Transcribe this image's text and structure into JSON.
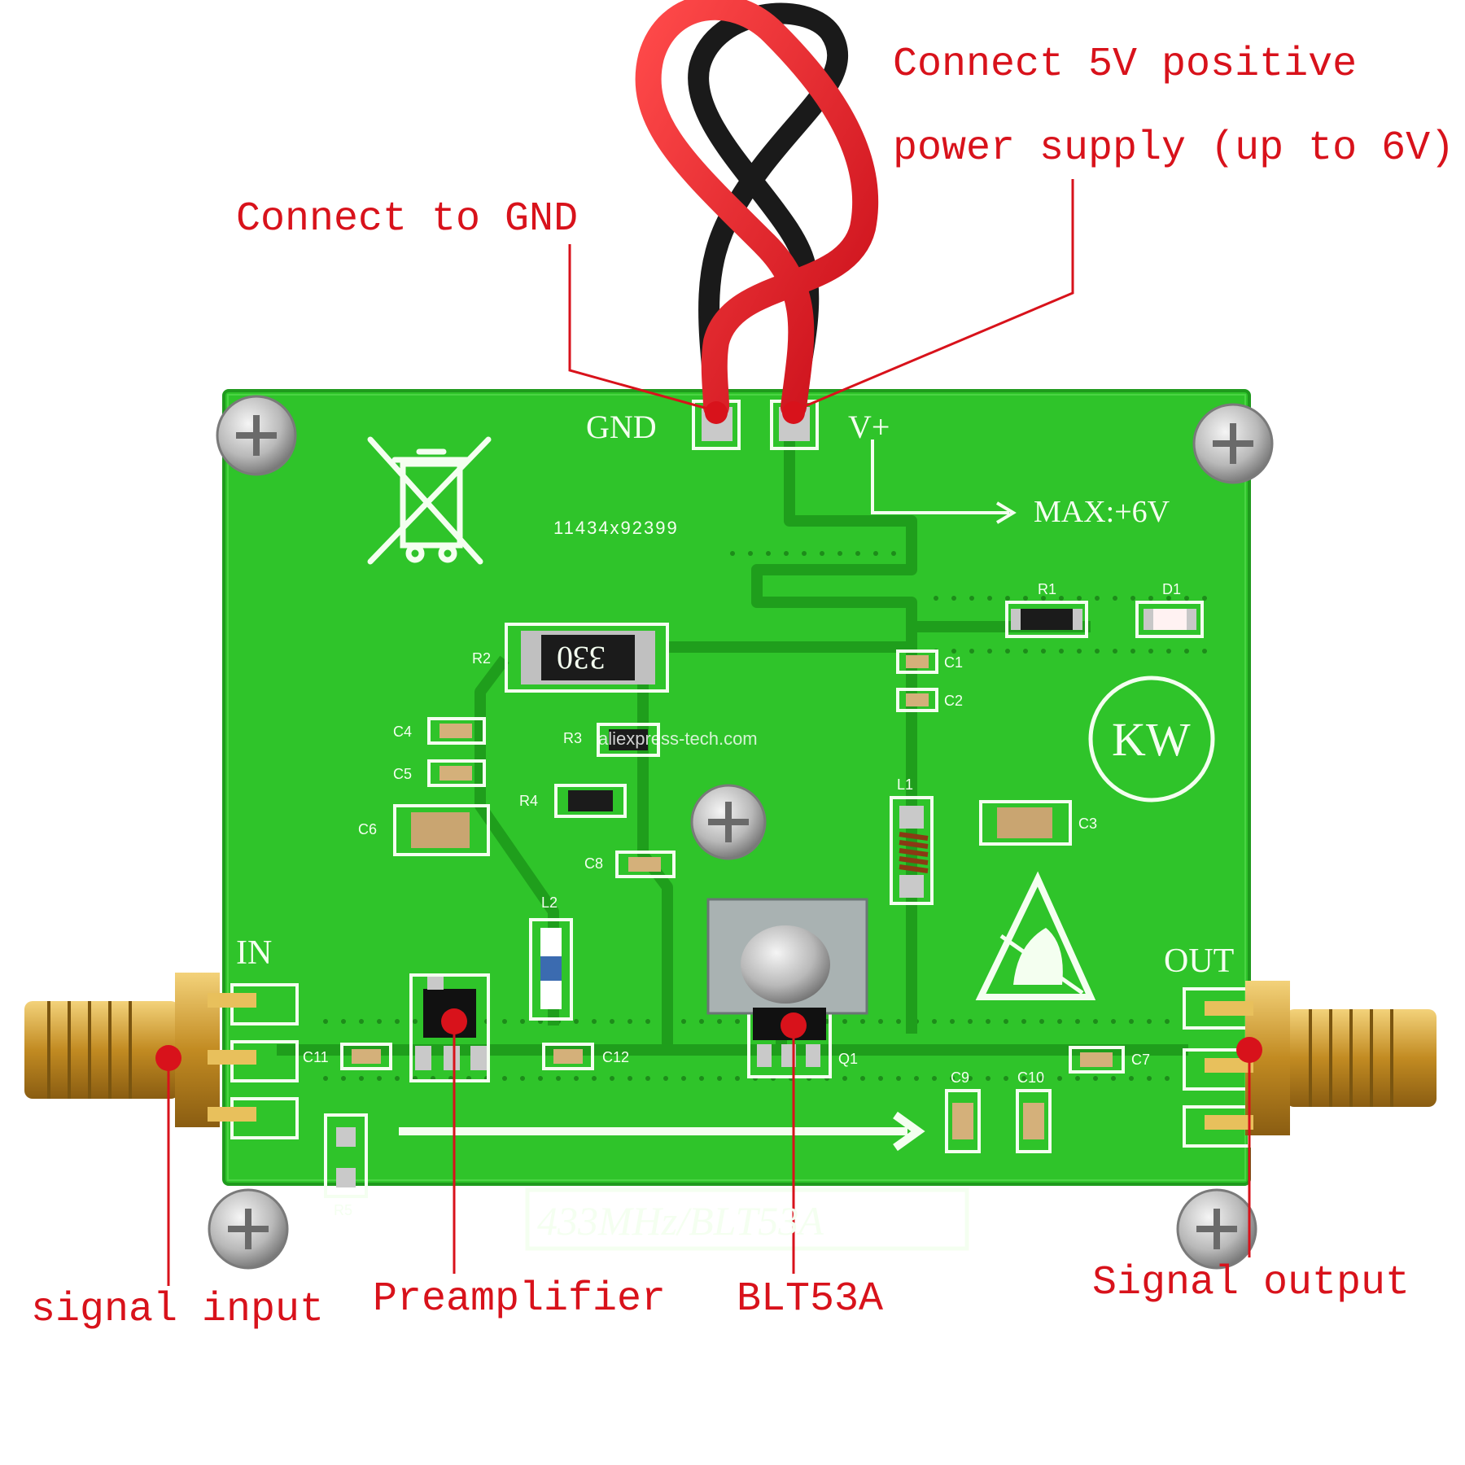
{
  "annotations": {
    "gnd": "Connect to GND",
    "vplus_line1": "Connect 5V positive",
    "vplus_line2": "power supply (up to 6V)",
    "input": "signal input",
    "preamp": "Preamplifier",
    "transistor": "BLT53A",
    "output": "Signal output"
  },
  "board": {
    "gnd_label": "GND",
    "vplus_label": "V+",
    "max_label": "MAX:+6V",
    "serial": "11434x92399",
    "in_label": "IN",
    "out_label": "OUT",
    "model_label": "433MHz/BLT53A",
    "logo": "KW",
    "watermark": "aliexpress-tech.com",
    "r2_marking": "330",
    "components": [
      "R1",
      "D1",
      "R2",
      "C1",
      "C2",
      "C4",
      "C5",
      "C6",
      "R3",
      "R4",
      "C8",
      "L2",
      "L1",
      "C3",
      "C11",
      "C12",
      "Q1",
      "C9",
      "C10",
      "C7",
      "R5"
    ]
  },
  "colors": {
    "annotation": "#d8121b",
    "pcb": "#2fc42a",
    "silkscreen": "#f4fff0",
    "gold": "#d9a53a"
  }
}
